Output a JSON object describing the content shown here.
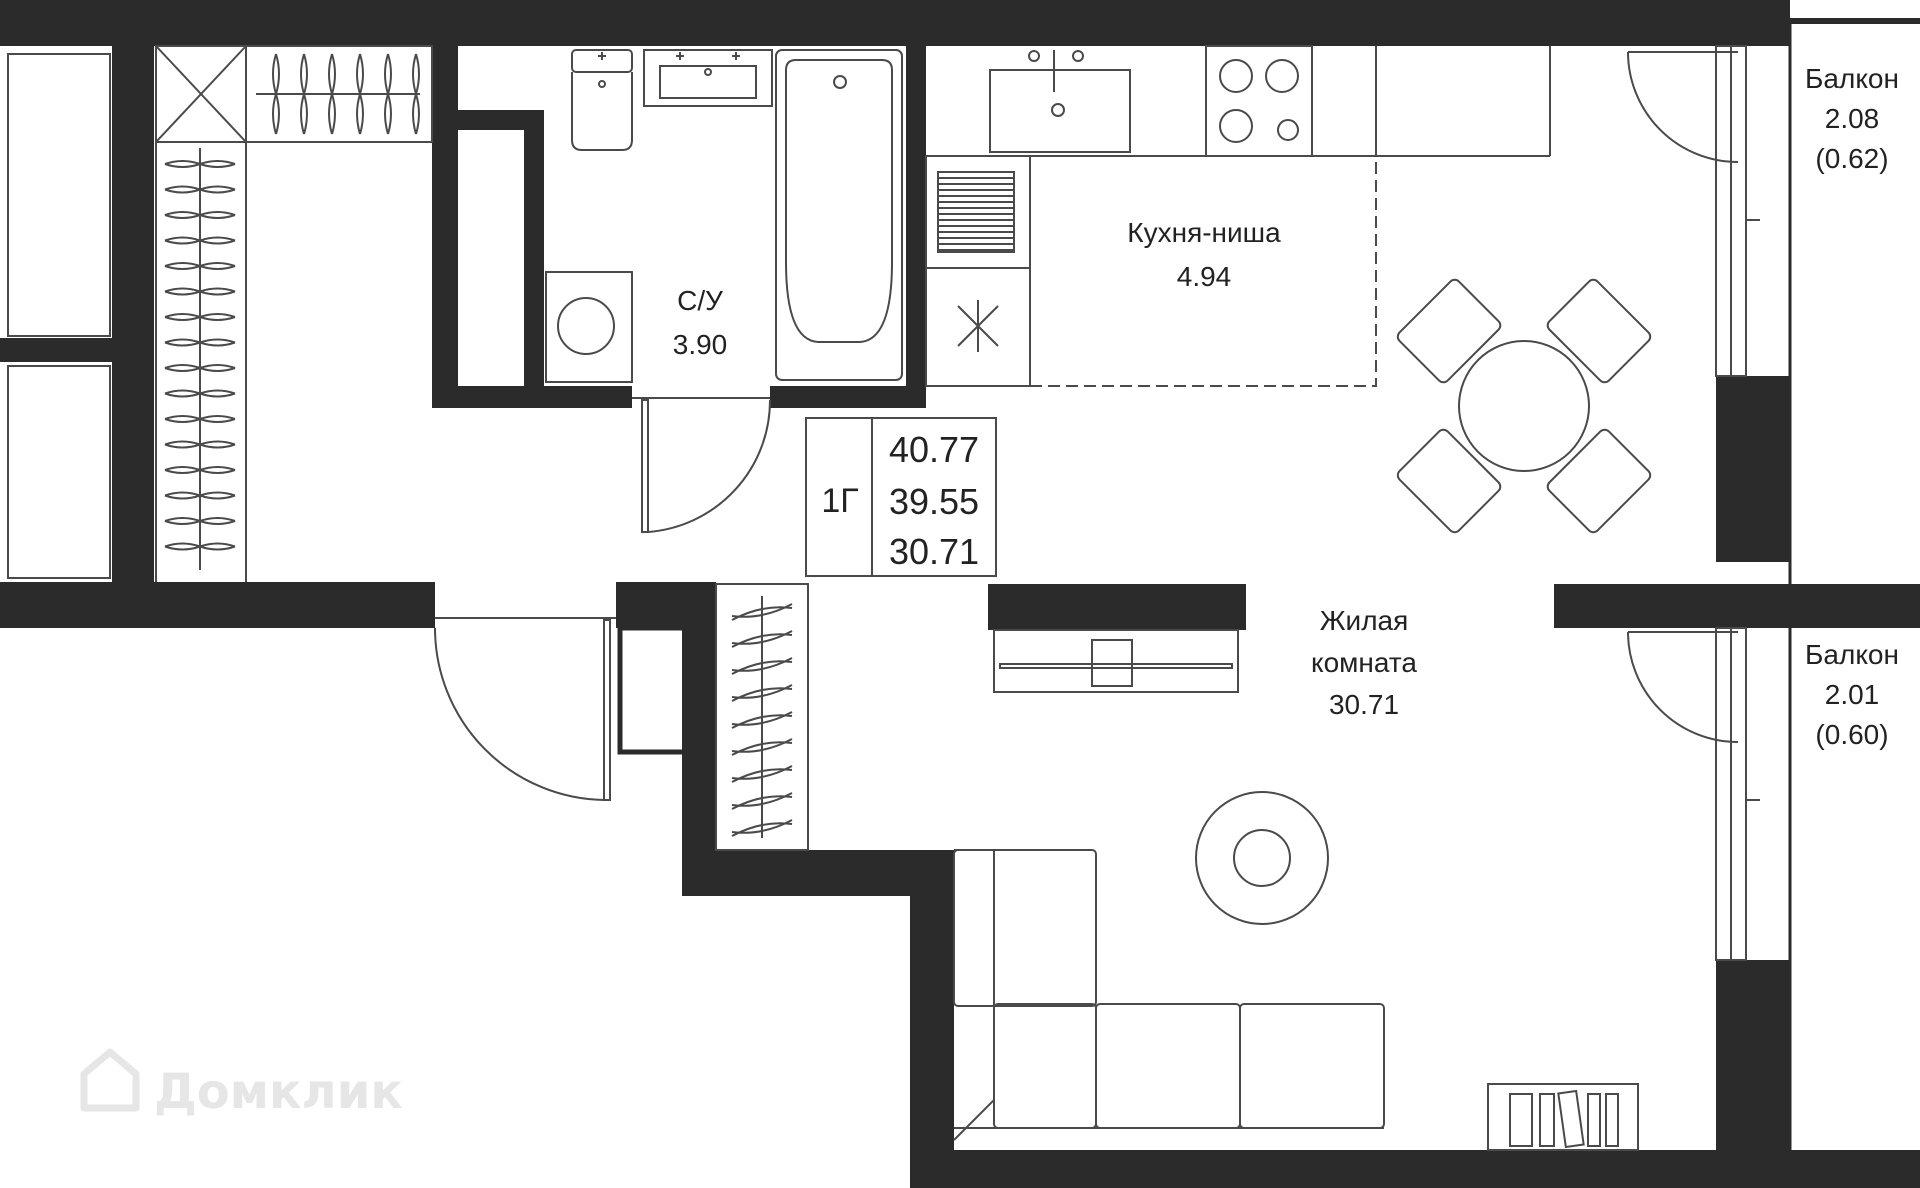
{
  "plan": {
    "rooms": {
      "bathroom": {
        "name": "С/У",
        "area": "3.90"
      },
      "kitchen": {
        "name": "Кухня-ниша",
        "area": "4.94"
      },
      "living": {
        "name_line1": "Жилая",
        "name_line2": "комната",
        "area": "30.71"
      },
      "balcony_top": {
        "name": "Балкон",
        "area": "2.08",
        "reduced": "(0.62)"
      },
      "balcony_bottom": {
        "name": "Балкон",
        "area": "2.01",
        "reduced": "(0.60)"
      }
    },
    "summary": {
      "type": "1Г",
      "total_area": "40.77",
      "area_no_balcony": "39.55",
      "living_area": "30.71"
    },
    "watermark": {
      "text": "Домклик",
      "icon": "house-icon"
    },
    "colors": {
      "wall": "#2b2b2b",
      "furniture_line": "#4a4a4a",
      "background": "#ffffff"
    }
  }
}
